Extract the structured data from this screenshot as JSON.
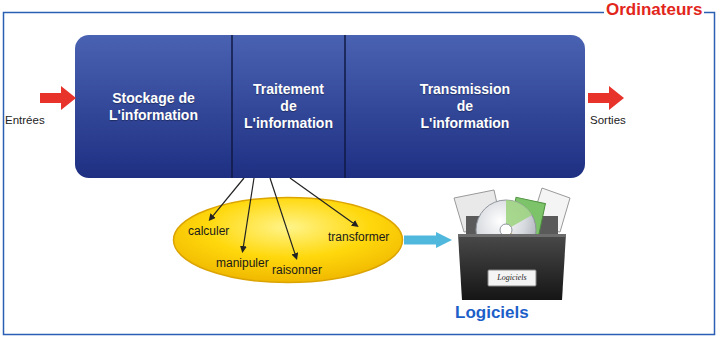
{
  "diagram": {
    "nodes": [
      {
        "text": [
          "Stockage de L'information"
        ]
      },
      {
        "text": [
          "Traitement de L'information"
        ]
      },
      {
        "text": [
          "Transmission de L'information"
        ]
      },
      {
        "text": [
          "calculer",
          "manipuler",
          "raisonner",
          "transformer"
        ]
      },
      {
        "text": [
          "Logiciels",
          "Logiciels"
        ]
      }
    ],
    "edges": [
      {
        "from": 1,
        "to": 3,
        "arrow": "to"
      },
      {
        "from": 1,
        "to": 3,
        "arrow": "to"
      },
      {
        "from": 1,
        "to": 3,
        "arrow": "to"
      },
      {
        "from": 1,
        "to": 3,
        "arrow": "to"
      },
      {
        "from": 3,
        "to": 4,
        "arrow": "to"
      }
    ],
    "labels": [
      "Ordinateurs",
      "Entrées",
      "Sorties"
    ]
  }
}
